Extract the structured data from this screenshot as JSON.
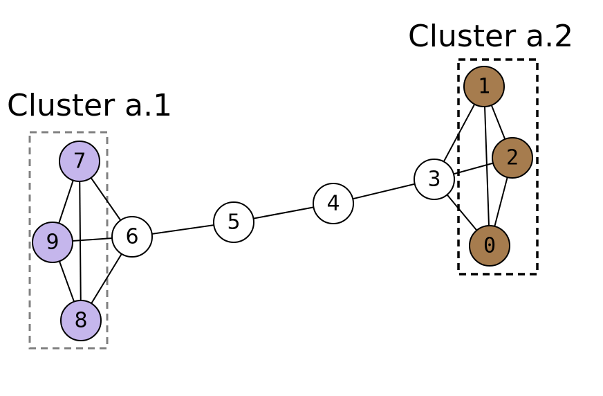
{
  "clusters": [
    {
      "id": "a1",
      "title": "Cluster a.1",
      "border_color": "#808080"
    },
    {
      "id": "a2",
      "title": "Cluster a.2",
      "border_color": "#000000"
    }
  ],
  "nodes": [
    {
      "id": "0",
      "label": "0",
      "cluster": "a2",
      "fill": "#a67c4e"
    },
    {
      "id": "1",
      "label": "1",
      "cluster": "a2",
      "fill": "#a67c4e"
    },
    {
      "id": "2",
      "label": "2",
      "cluster": "a2",
      "fill": "#a67c4e"
    },
    {
      "id": "3",
      "label": "3",
      "cluster": null,
      "fill": "#ffffff"
    },
    {
      "id": "4",
      "label": "4",
      "cluster": null,
      "fill": "#ffffff"
    },
    {
      "id": "5",
      "label": "5",
      "cluster": null,
      "fill": "#ffffff"
    },
    {
      "id": "6",
      "label": "6",
      "cluster": null,
      "fill": "#ffffff"
    },
    {
      "id": "7",
      "label": "7",
      "cluster": "a1",
      "fill": "#c5b6ec"
    },
    {
      "id": "8",
      "label": "8",
      "cluster": "a1",
      "fill": "#c5b6ec"
    },
    {
      "id": "9",
      "label": "9",
      "cluster": "a1",
      "fill": "#c5b6ec"
    }
  ],
  "edges": [
    [
      "7",
      "9"
    ],
    [
      "7",
      "8"
    ],
    [
      "7",
      "6"
    ],
    [
      "9",
      "6"
    ],
    [
      "9",
      "8"
    ],
    [
      "8",
      "6"
    ],
    [
      "6",
      "5"
    ],
    [
      "5",
      "4"
    ],
    [
      "4",
      "3"
    ],
    [
      "3",
      "1"
    ],
    [
      "3",
      "2"
    ],
    [
      "3",
      "0"
    ],
    [
      "1",
      "2"
    ],
    [
      "1",
      "0"
    ],
    [
      "2",
      "0"
    ]
  ]
}
